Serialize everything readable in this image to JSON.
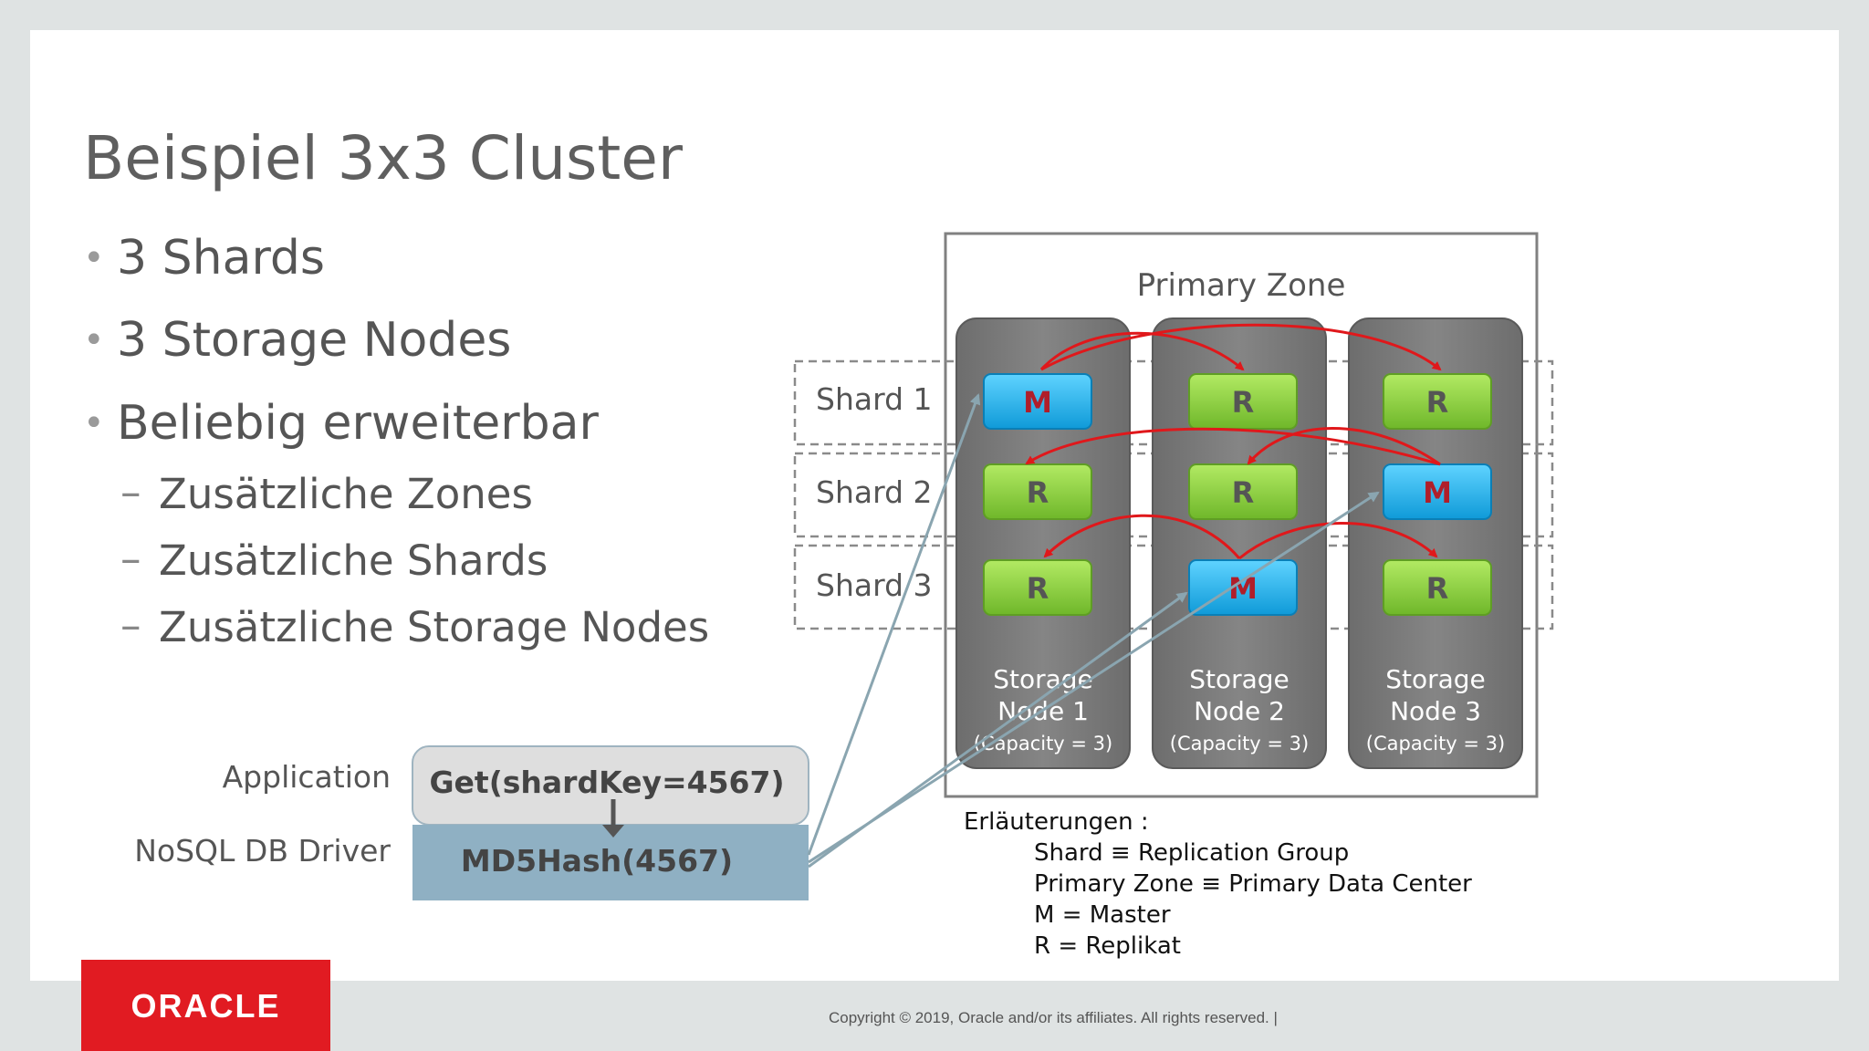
{
  "slide": {
    "title": "Beispiel 3x3 Cluster",
    "bullets": [
      "3 Shards",
      "3 Storage Nodes",
      "Beliebig erweiterbar"
    ],
    "sub_bullets": [
      "Zusätzliche Zones",
      "Zusätzliche Shards",
      "Zusätzliche Storage Nodes"
    ],
    "sub_marker": "–",
    "bullet_marker": "•"
  },
  "diagram": {
    "zone_label": "Primary Zone",
    "shard_labels": [
      "Shard 1",
      "Shard 2",
      "Shard 3"
    ],
    "nodes": [
      {
        "line1": "Storage",
        "line2": "Node 1",
        "capacity": "(Capacity = 3)"
      },
      {
        "line1": "Storage",
        "line2": "Node 2",
        "capacity": "(Capacity = 3)"
      },
      {
        "line1": "Storage",
        "line2": "Node 3",
        "capacity": "(Capacity = 3)"
      }
    ],
    "cells": [
      [
        "M",
        "R",
        "R"
      ],
      [
        "R",
        "R",
        "M"
      ],
      [
        "R",
        "M",
        "R"
      ]
    ],
    "colors": {
      "master": "#1eb4ef",
      "replica": "#8fd43e",
      "node": "#7a7a7a",
      "arrow_red": "#e0181b",
      "arrow_gray": "#8aa5b0",
      "letter": "#b01e2a"
    },
    "app_label": "Application",
    "driver_label": "NoSQL DB Driver",
    "get_call": "Get(shardKey=4567)",
    "hash_call": "MD5Hash(4567)"
  },
  "legend": {
    "heading": "Erläuterungen :",
    "items": [
      "Shard ≡  Replication Group",
      "Primary Zone ≡ Primary Data Center",
      "M = Master",
      "R = Replikat"
    ]
  },
  "footer": {
    "logo": "ORACLE",
    "copyright": "Copyright © 2019, Oracle and/or its affiliates. All rights reserved.  |"
  }
}
